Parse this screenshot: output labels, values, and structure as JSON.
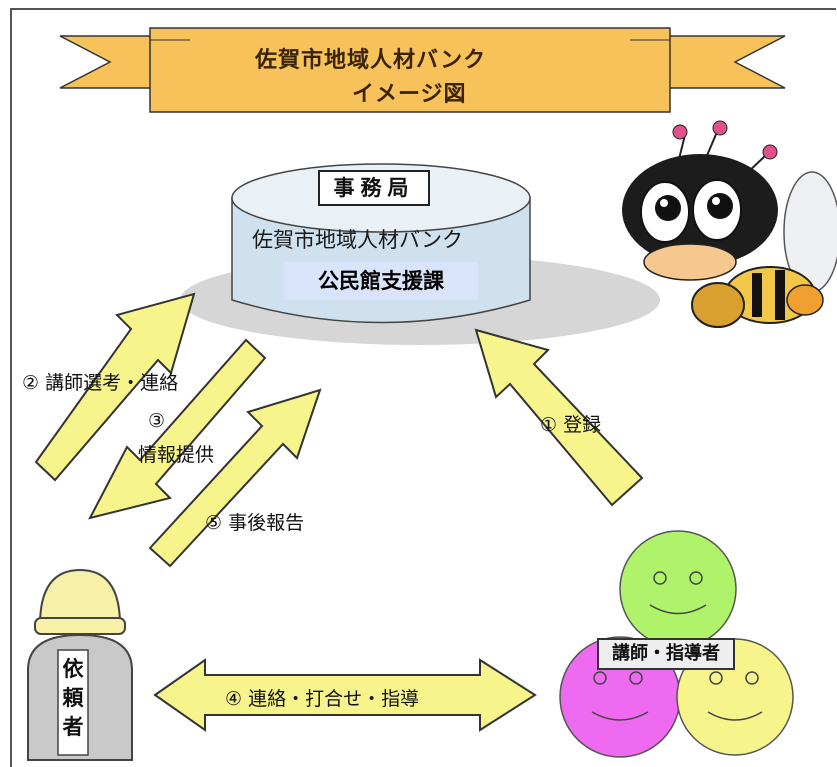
{
  "banner": {
    "title": "佐賀市地域人材バンク",
    "subtitle": "イメージ図"
  },
  "database": {
    "office_label": "事務局",
    "name": "佐賀市地域人材バンク",
    "department": "公民館支援課"
  },
  "flows": {
    "register": "① 登録",
    "select_contact": "② 講師選考・連絡",
    "info_num": "③",
    "info_text": "情報提供",
    "report": "⑤ 事後報告",
    "coordinate": "④ 連絡・打合せ・指導"
  },
  "actors": {
    "instructors": "講師・指導者",
    "requester": "依頼者"
  },
  "colors": {
    "banner": "#f7c259",
    "arrow": "#f6f48a",
    "arrow_stroke": "#333333",
    "face_green": "#aef36a",
    "face_magenta": "#ee6af0",
    "face_yellow": "#f6f48a",
    "cylinder": "#cfe1ee",
    "dept_bg": "#d9e4fb"
  },
  "icons": [
    "bee-mascot-icon",
    "smiley-face-icon",
    "requester-figure-icon"
  ]
}
